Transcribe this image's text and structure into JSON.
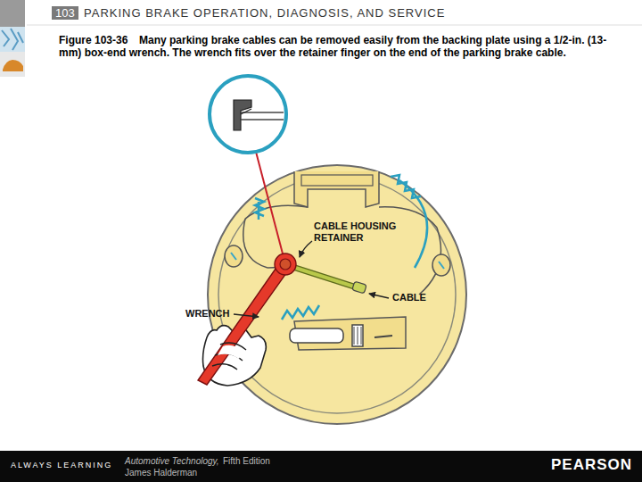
{
  "diagram": {
    "title": "PARKING BRAKE OPERATION, DIAGNOSIS, AND SERVICE",
    "caption": "Many parking brake cables can be removed easily from the backing plate using a 1/2-in. (13-mm) box-end wrench. The wrench fits over the retainer finger on the end of the parking brake cable.",
    "nodes": [
      {
        "text": [
          "103"
        ]
      }
    ],
    "labels": [
      "Figure 103-36",
      "CABLE HOUSING RETAINER",
      "CABLE",
      "WRENCH",
      "ALWAYS LEARNING",
      "Automotive Technology,",
      "Fifth Edition",
      "James Halderman",
      "PEARSON"
    ]
  }
}
